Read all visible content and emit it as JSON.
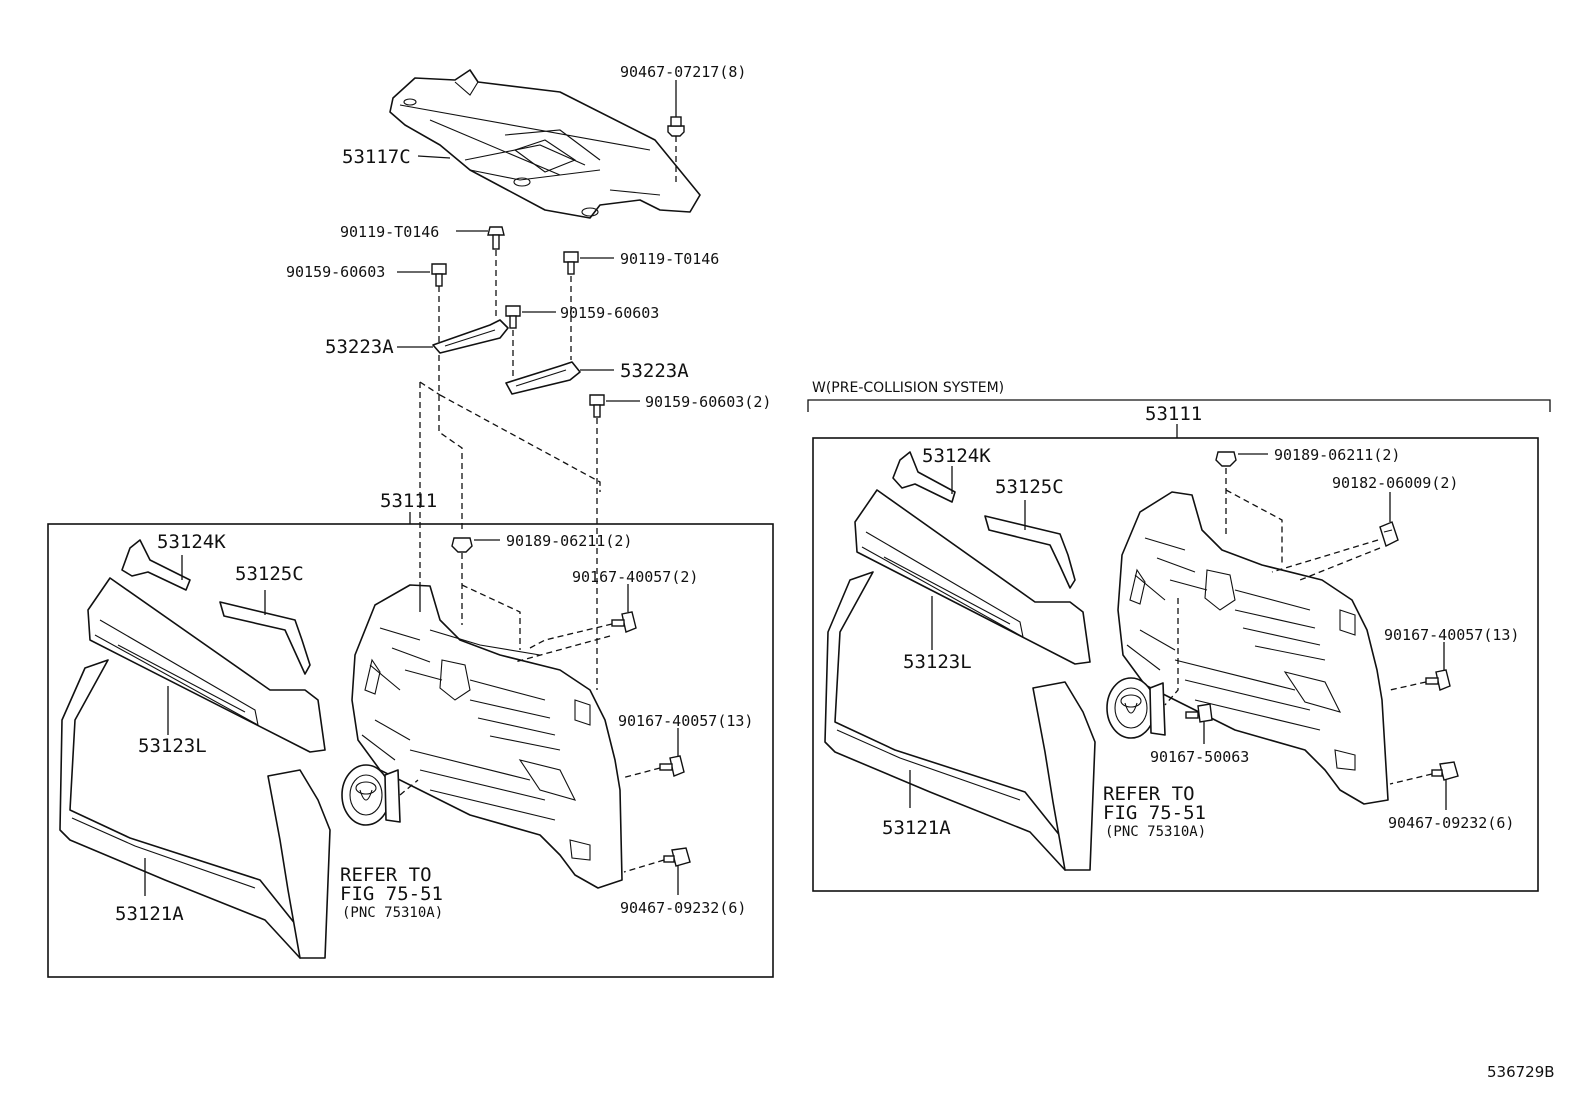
{
  "figure_id": "536729B",
  "section_pre_collision": "W(PRE-COLLISION SYSTEM)",
  "labels": {
    "l_90467_07217": "90467-07217(8)",
    "l_53117C": "53117C",
    "l_90119_a": "90119-T0146",
    "l_90119_b": "90119-T0146",
    "l_90159_a": "90159-60603",
    "l_90159_b": "90159-60603",
    "l_90159_c": "90159-60603(2)",
    "l_53223A_a": "53223A",
    "l_53223A_b": "53223A",
    "l_53111_left": "53111",
    "l_53124K_left": "53124K",
    "l_53125C_left": "53125C",
    "l_53123L_left": "53123L",
    "l_53121A_left": "53121A",
    "l_90189_left": "90189-06211(2)",
    "l_90167_2_left": "90167-40057(2)",
    "l_90167_13_left": "90167-40057(13)",
    "l_90467_09232_left": "90467-09232(6)",
    "l_refer_left_1": "REFER TO",
    "l_refer_left_2": "FIG 75-51",
    "l_refer_left_3": "(PNC 75310A)",
    "l_53111_right": "53111",
    "l_53124K_right": "53124K",
    "l_53125C_right": "53125C",
    "l_53123L_right": "53123L",
    "l_53121A_right": "53121A",
    "l_90189_right": "90189-06211(2)",
    "l_90182_right": "90182-06009(2)",
    "l_90167_13_right": "90167-40057(13)",
    "l_90167_50063_right": "90167-50063",
    "l_90467_09232_right": "90467-09232(6)",
    "l_refer_right_1": "REFER TO",
    "l_refer_right_2": "FIG 75-51",
    "l_refer_right_3": "(PNC 75310A)"
  }
}
